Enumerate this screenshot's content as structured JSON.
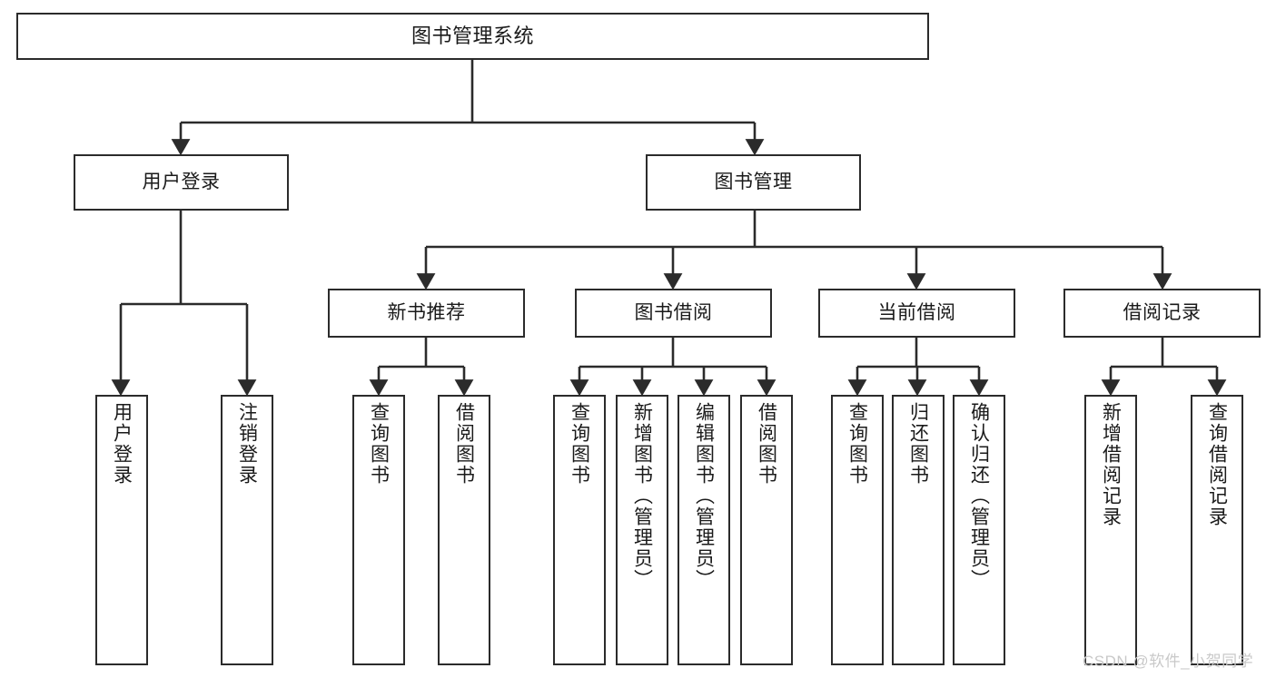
{
  "diagram": {
    "title": "图书管理系统",
    "watermark": "CSDN @软件_小贺同学",
    "root": {
      "label": "图书管理系统"
    },
    "level2": [
      {
        "label": "用户登录"
      },
      {
        "label": "图书管理"
      }
    ],
    "level3": [
      {
        "label": "新书推荐"
      },
      {
        "label": "图书借阅"
      },
      {
        "label": "当前借阅"
      },
      {
        "label": "借阅记录"
      }
    ],
    "leaves": {
      "user_login": [
        {
          "label": "用户登录"
        },
        {
          "label": "注销登录"
        }
      ],
      "new_book_recommend": [
        {
          "label": "查询图书"
        },
        {
          "label": "借阅图书"
        }
      ],
      "book_borrow": [
        {
          "label": "查询图书"
        },
        {
          "label": "新增图书（管理员）"
        },
        {
          "label": "编辑图书（管理员）"
        },
        {
          "label": "借阅图书"
        }
      ],
      "current_borrow": [
        {
          "label": "查询图书"
        },
        {
          "label": "归还图书"
        },
        {
          "label": "确认归还（管理员）"
        }
      ],
      "borrow_records": [
        {
          "label": "新增借阅记录"
        },
        {
          "label": "查询借阅记录"
        }
      ]
    },
    "colors": {
      "stroke": "#2b2b2b",
      "background": "#ffffff",
      "text": "#1a1a1a",
      "watermark": "#c9c9c9"
    }
  }
}
